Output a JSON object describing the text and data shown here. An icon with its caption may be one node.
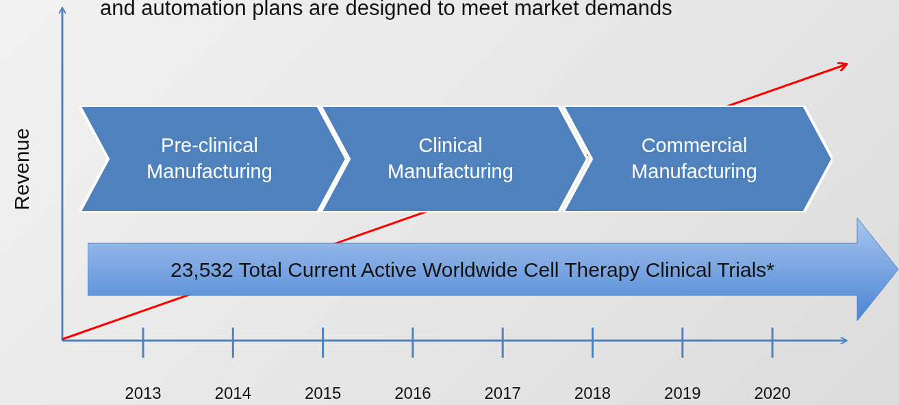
{
  "diagram": {
    "title": "and automation plans are designed to meet market demands",
    "nodes": [
      {
        "text": [
          "Pre-clinical Manufacturing"
        ]
      },
      {
        "text": [
          "Clinical Manufacturing"
        ]
      },
      {
        "text": [
          "Commercial Manufacturing"
        ]
      },
      {
        "text": [
          "23,532 Total Current Active Worldwide Cell Therapy Clinical Trials*"
        ]
      }
    ],
    "labels": [
      "Revenue",
      "2013",
      "2014",
      "2015",
      "2016",
      "2017",
      "2018",
      "2019",
      "2020"
    ]
  }
}
